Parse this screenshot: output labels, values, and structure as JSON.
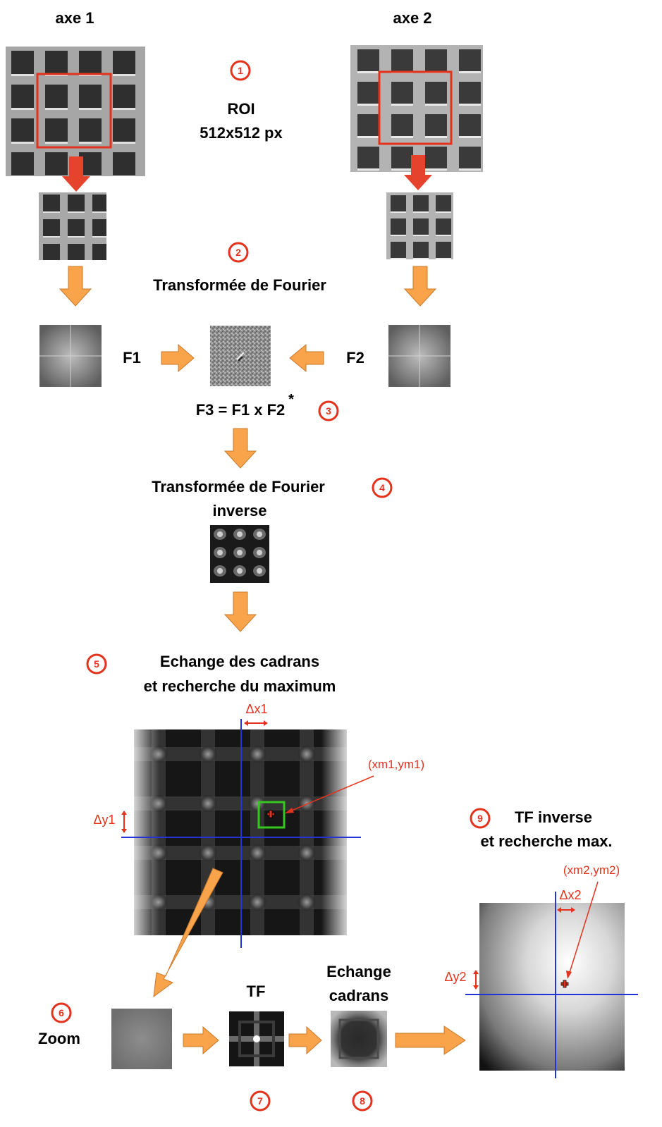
{
  "colors": {
    "arrow_fill": "#f9a34a",
    "arrow_stroke": "#c97a2b",
    "roi_arrow": "#e5432c",
    "accent_red": "#e4331d",
    "axis_blue": "#2433d6",
    "max_box_green": "#35c81f"
  },
  "headers": {
    "axe1": "axe 1",
    "axe2": "axe 2"
  },
  "steps": {
    "s1": {
      "num": "1",
      "line1": "ROI",
      "line2": "512x512 px"
    },
    "s2": {
      "num": "2",
      "label": "Transformée de Fourier"
    },
    "s3": {
      "num": "3",
      "formula": "F3 = F1 x F2",
      "sup": "*"
    },
    "s4": {
      "num": "4",
      "line1": "Transformée de Fourier",
      "line2": "inverse"
    },
    "s5": {
      "num": "5",
      "line1": "Echange des cadrans",
      "line2": "et recherche du maximum"
    },
    "s6": {
      "num": "6",
      "label": "Zoom"
    },
    "s7": {
      "num": "7",
      "label": "TF"
    },
    "s8": {
      "num": "8",
      "line1": "Echange",
      "line2": "cadrans"
    },
    "s9": {
      "num": "9",
      "line1": "TF inverse",
      "line2": "et recherche max."
    }
  },
  "labels": {
    "f1": "F1",
    "f2": "F2",
    "dx1": "Δx1",
    "dy1": "Δy1",
    "max1": "(xm1,ym1)",
    "dx2": "Δx2",
    "dy2": "Δy2",
    "max2": "(xm2,ym2)"
  }
}
